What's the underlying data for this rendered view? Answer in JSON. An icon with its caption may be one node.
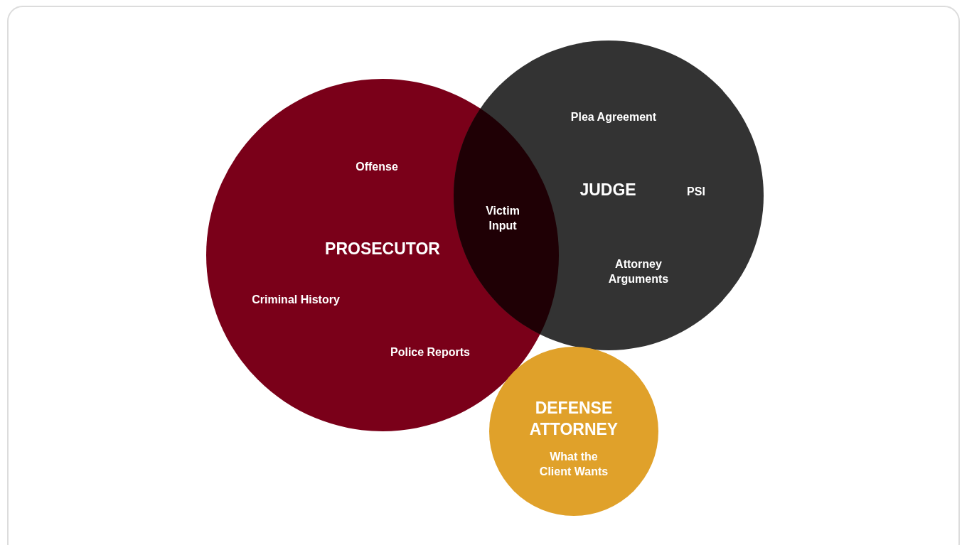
{
  "diagram": {
    "nodes": [
      {
        "text": [
          "Offense",
          "PROSECUTOR",
          "Criminal History",
          "Police Reports"
        ]
      },
      {
        "text": [
          "Plea Agreement",
          "JUDGE",
          "PSI",
          "Attorney Arguments"
        ]
      },
      {
        "text": [
          "DEFENSE ATTORNEY",
          "What the Client Wants"
        ]
      }
    ],
    "labels": [
      "Victim Input"
    ]
  }
}
